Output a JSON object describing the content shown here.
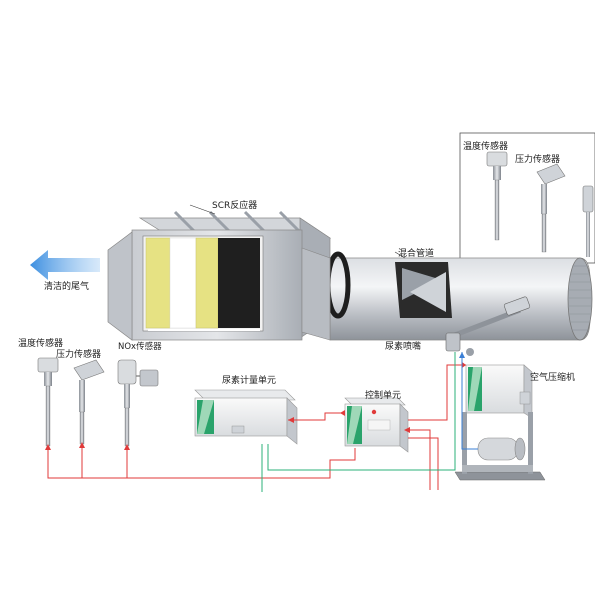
{
  "labels": {
    "scr_reactor": "SCR反应器",
    "clean_exhaust": "清洁的尾气",
    "mixing_pipe": "混合管道",
    "urea_nozzle": "尿素喷嘴",
    "temp_sensor_left": "温度传感器",
    "pressure_sensor_left": "压力传感器",
    "nox_sensor": "NOx传感器",
    "urea_metering_unit": "尿素计量单元",
    "control_unit": "控制单元",
    "air_compressor": "空气压缩机",
    "temp_sensor_inset": "温度传感器",
    "pressure_sensor_inset": "压力传感器"
  },
  "colors": {
    "signal_line": "#e03a3a",
    "urea_line": "#2bb07a",
    "air_line": "#3a7fd6",
    "flow_arrow": "#3d8fe0",
    "catalyst": "#e6e283",
    "brand_green": "#2aa36b"
  }
}
